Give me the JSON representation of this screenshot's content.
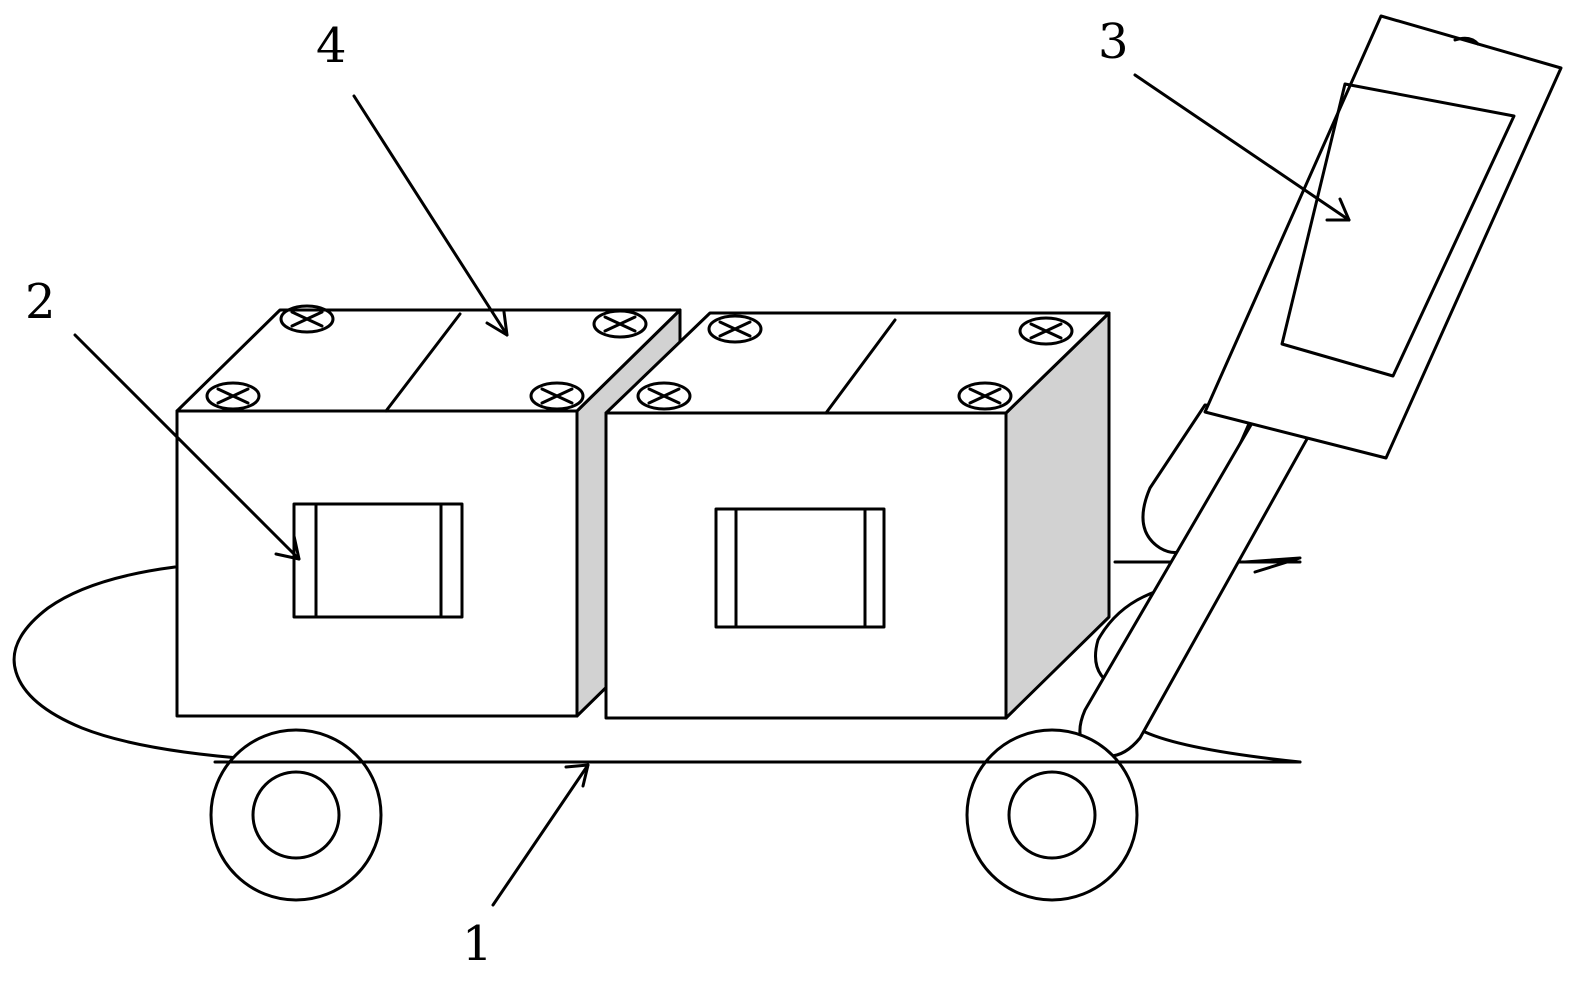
{
  "labels": {
    "cart_body": "1",
    "side_window": "2",
    "handle_panel": "3",
    "box_top": "4"
  },
  "colors": {
    "line": "#000000",
    "background": "#ffffff",
    "box_side_shade": "#d2d2d2"
  },
  "icons": {
    "screw": "screw-cross-icon"
  }
}
